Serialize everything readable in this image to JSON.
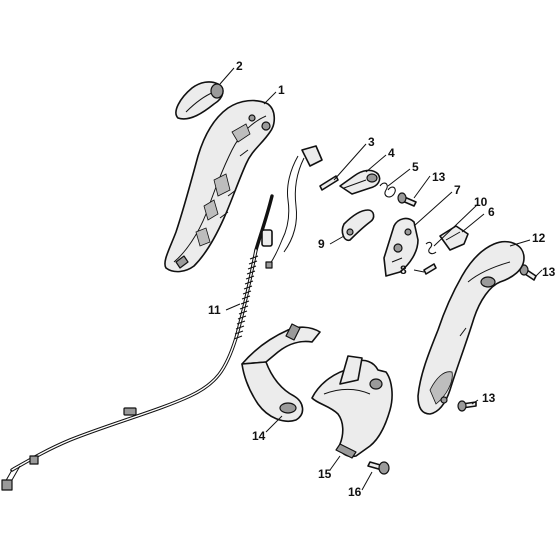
{
  "diagram": {
    "callouts": [
      {
        "id": "callout-1",
        "label": "1"
      },
      {
        "id": "callout-2",
        "label": "2"
      },
      {
        "id": "callout-3",
        "label": "3"
      },
      {
        "id": "callout-4",
        "label": "4"
      },
      {
        "id": "callout-5",
        "label": "5"
      },
      {
        "id": "callout-6",
        "label": "6"
      },
      {
        "id": "callout-7",
        "label": "7"
      },
      {
        "id": "callout-8",
        "label": "8"
      },
      {
        "id": "callout-9",
        "label": "9"
      },
      {
        "id": "callout-10",
        "label": "10"
      },
      {
        "id": "callout-11",
        "label": "11"
      },
      {
        "id": "callout-12",
        "label": "12"
      },
      {
        "id": "callout-13a",
        "label": "13"
      },
      {
        "id": "callout-13b",
        "label": "13"
      },
      {
        "id": "callout-13c",
        "label": "13"
      },
      {
        "id": "callout-14",
        "label": "14"
      },
      {
        "id": "callout-15",
        "label": "15"
      },
      {
        "id": "callout-16",
        "label": "16"
      }
    ]
  }
}
